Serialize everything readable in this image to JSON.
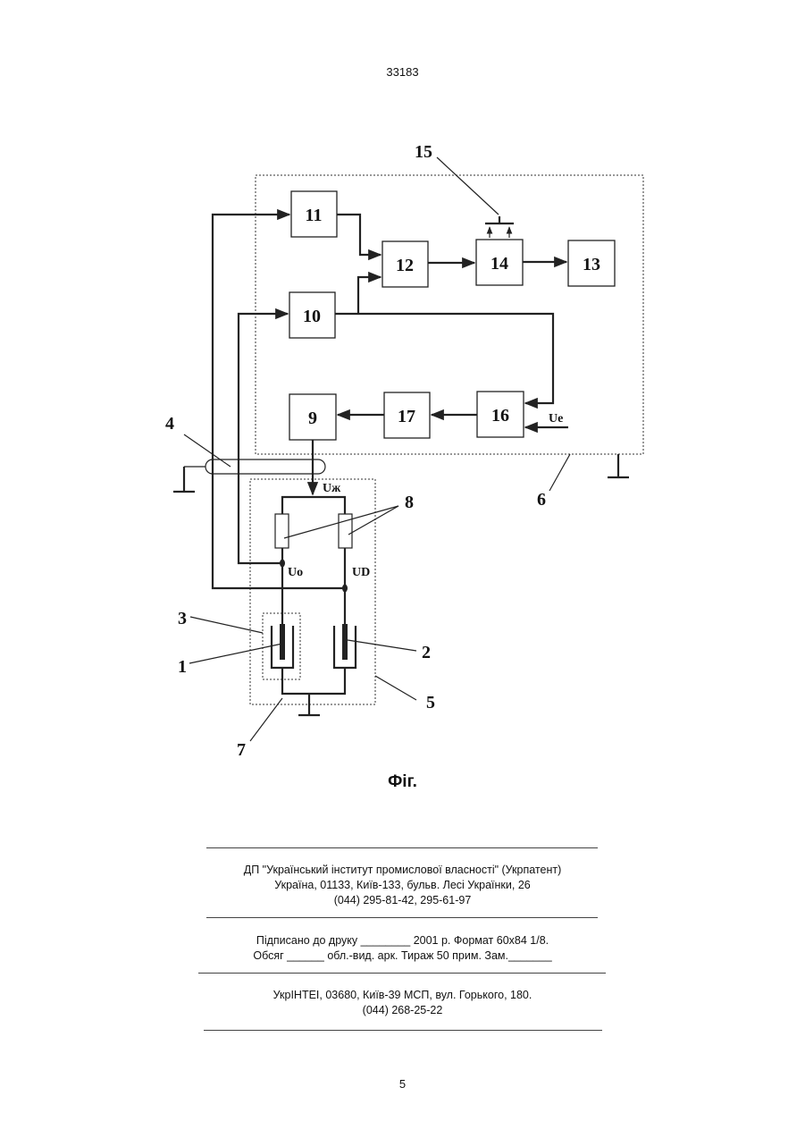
{
  "header": {
    "page_code": "33183"
  },
  "figure": {
    "blocks": [
      "11",
      "12",
      "14",
      "13",
      "10",
      "9",
      "17",
      "16"
    ],
    "labels": {
      "l15": "15",
      "l4": "4",
      "l6": "6",
      "l8": "8",
      "l3": "3",
      "l1": "1",
      "l2": "2",
      "l5": "5",
      "l7": "7"
    },
    "signals": {
      "u_zh": "Uж",
      "u_o": "Uo",
      "u_d": "UD",
      "u_e": "Ue"
    },
    "caption": "Фіг."
  },
  "imprint": {
    "publisher": [
      "ДП \"Український інститут промислової власності\" (Укрпатент)",
      "Україна, 01133, Київ-133, бульв. Лесі Українки, 26",
      "(044) 295-81-42, 295-61-97"
    ],
    "print": [
      "Підписано до друку ________ 2001 р.    Формат 60х84 1/8.",
      "Обсяг ______ обл.-вид. арк.   Тираж 50 прим.    Зам._______"
    ],
    "printer": [
      "УкрІНТЕІ, 03680, Київ-39 МСП, вул. Горького, 180.",
      "(044) 268-25-22"
    ]
  },
  "footer": {
    "page_number": "5"
  }
}
